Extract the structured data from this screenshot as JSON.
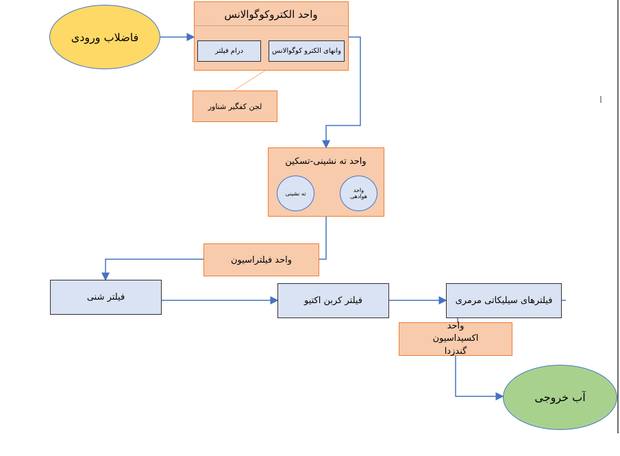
{
  "nodes": {
    "inlet": "فاضلاب ورودی",
    "electro_unit": "واحد الکتروکوگوالانس",
    "electro_tanks": "وانهای الکترو کوگوالانس",
    "drum_filter": "درام فیلتر",
    "sludge": "لجن کفگیر شناور",
    "settling_unit": "واحد ته نشینی-تسکین",
    "settling_circle": "ته نشینی",
    "aeration_circle": "واحد هوادهی",
    "filtration_unit": "واحد فیلتراسیون",
    "sand_filter": "فیلتر شنی",
    "carbon_filter": "فیلتر کربن اکتیو",
    "marble_filter": "فیلترهای سیلیکاتی مرمری",
    "ozone_unit": "واحد اکسیداسیون گندزدا",
    "outlet": "آب خروجی"
  },
  "colors": {
    "accent_line": "#4472c4",
    "peach_fill": "#f8cbad",
    "peach_border": "#ed7d31",
    "blue_fill": "#dae3f3",
    "yellow_fill": "#ffd966",
    "green_fill": "#a9d18e"
  }
}
